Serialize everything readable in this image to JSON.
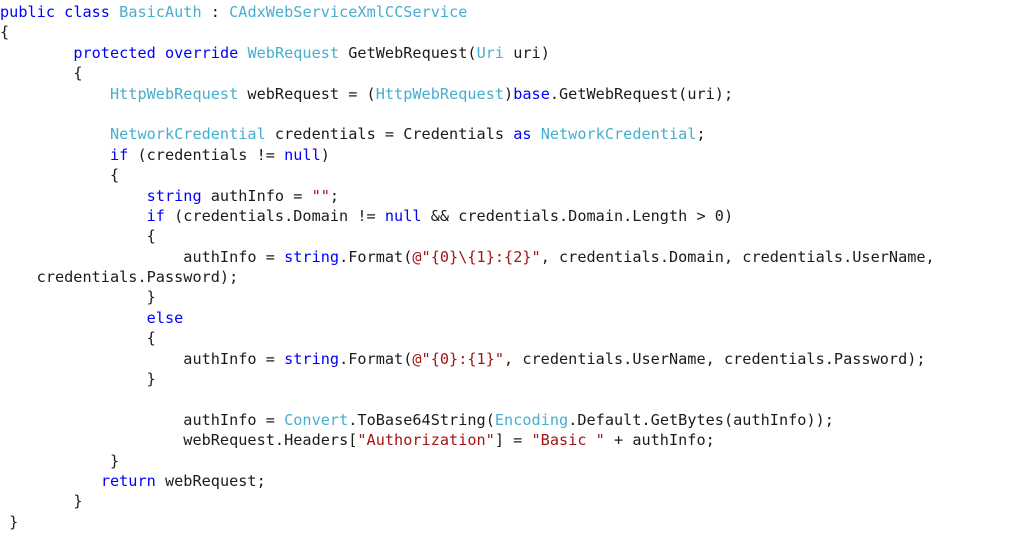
{
  "document": {
    "language": "C#",
    "background_color": "#ffffff",
    "title": "BasicAuth class implementation"
  },
  "theme": {
    "keyword_color": "#0000ff",
    "type_color": "#46aece",
    "string_color": "#a31515",
    "plain_color": "#1b1b1b",
    "background_color": "#ffffff"
  },
  "code": {
    "lines": [
      {
        "indent": "",
        "tokens": [
          {
            "t": "public",
            "c": "kw"
          },
          {
            "t": " ",
            "c": "pln"
          },
          {
            "t": "class",
            "c": "kw"
          },
          {
            "t": " ",
            "c": "pln"
          },
          {
            "t": "BasicAuth",
            "c": "typ"
          },
          {
            "t": " : ",
            "c": "pln"
          },
          {
            "t": "CAdxWebServiceXmlCCService",
            "c": "typ"
          }
        ]
      },
      {
        "indent": "",
        "tokens": [
          {
            "t": "{",
            "c": "pln"
          }
        ]
      },
      {
        "indent": "        ",
        "tokens": [
          {
            "t": "protected",
            "c": "kw"
          },
          {
            "t": " ",
            "c": "pln"
          },
          {
            "t": "override",
            "c": "kw"
          },
          {
            "t": " ",
            "c": "pln"
          },
          {
            "t": "WebRequest",
            "c": "typ"
          },
          {
            "t": " GetWebRequest(",
            "c": "pln"
          },
          {
            "t": "Uri",
            "c": "typ"
          },
          {
            "t": " uri)",
            "c": "pln"
          }
        ]
      },
      {
        "indent": "        ",
        "tokens": [
          {
            "t": "{",
            "c": "pln"
          }
        ]
      },
      {
        "indent": "            ",
        "tokens": [
          {
            "t": "HttpWebRequest",
            "c": "typ"
          },
          {
            "t": " webRequest = (",
            "c": "pln"
          },
          {
            "t": "HttpWebRequest",
            "c": "typ"
          },
          {
            "t": ")",
            "c": "pln"
          },
          {
            "t": "base",
            "c": "kw"
          },
          {
            "t": ".GetWebRequest(uri);",
            "c": "pln"
          }
        ]
      },
      {
        "indent": "",
        "tokens": []
      },
      {
        "indent": "            ",
        "tokens": [
          {
            "t": "NetworkCredential",
            "c": "typ"
          },
          {
            "t": " credentials = Credentials ",
            "c": "pln"
          },
          {
            "t": "as",
            "c": "kw"
          },
          {
            "t": " ",
            "c": "pln"
          },
          {
            "t": "NetworkCredential",
            "c": "typ"
          },
          {
            "t": ";",
            "c": "pln"
          }
        ]
      },
      {
        "indent": "            ",
        "tokens": [
          {
            "t": "if",
            "c": "kw"
          },
          {
            "t": " (credentials != ",
            "c": "pln"
          },
          {
            "t": "null",
            "c": "kw"
          },
          {
            "t": ")",
            "c": "pln"
          }
        ]
      },
      {
        "indent": "            ",
        "tokens": [
          {
            "t": "{",
            "c": "pln"
          }
        ]
      },
      {
        "indent": "                ",
        "tokens": [
          {
            "t": "string",
            "c": "kw"
          },
          {
            "t": " authInfo = ",
            "c": "pln"
          },
          {
            "t": "\"\"",
            "c": "str"
          },
          {
            "t": ";",
            "c": "pln"
          }
        ]
      },
      {
        "indent": "                ",
        "tokens": [
          {
            "t": "if",
            "c": "kw"
          },
          {
            "t": " (credentials.Domain != ",
            "c": "pln"
          },
          {
            "t": "null",
            "c": "kw"
          },
          {
            "t": " && credentials.Domain.Length > 0)",
            "c": "pln"
          }
        ]
      },
      {
        "indent": "                ",
        "tokens": [
          {
            "t": "{",
            "c": "pln"
          }
        ]
      },
      {
        "indent": "                    ",
        "tokens": [
          {
            "t": "authInfo = ",
            "c": "pln"
          },
          {
            "t": "string",
            "c": "kw"
          },
          {
            "t": ".Format(",
            "c": "pln"
          },
          {
            "t": "@\"{0}\\{1}:{2}\"",
            "c": "str"
          },
          {
            "t": ", credentials.Domain, credentials.UserName,",
            "c": "pln"
          }
        ]
      },
      {
        "indent": "    ",
        "tokens": [
          {
            "t": "credentials.Password);",
            "c": "pln"
          }
        ]
      },
      {
        "indent": "                ",
        "tokens": [
          {
            "t": "}",
            "c": "pln"
          }
        ]
      },
      {
        "indent": "                ",
        "tokens": [
          {
            "t": "else",
            "c": "kw"
          }
        ]
      },
      {
        "indent": "                ",
        "tokens": [
          {
            "t": "{",
            "c": "pln"
          }
        ]
      },
      {
        "indent": "                    ",
        "tokens": [
          {
            "t": "authInfo = ",
            "c": "pln"
          },
          {
            "t": "string",
            "c": "kw"
          },
          {
            "t": ".Format(",
            "c": "pln"
          },
          {
            "t": "@\"{0}:{1}\"",
            "c": "str"
          },
          {
            "t": ", credentials.UserName, credentials.Password);",
            "c": "pln"
          }
        ]
      },
      {
        "indent": "                ",
        "tokens": [
          {
            "t": "}",
            "c": "pln"
          }
        ]
      },
      {
        "indent": "",
        "tokens": []
      },
      {
        "indent": "                    ",
        "tokens": [
          {
            "t": "authInfo = ",
            "c": "pln"
          },
          {
            "t": "Convert",
            "c": "typ"
          },
          {
            "t": ".ToBase64String(",
            "c": "pln"
          },
          {
            "t": "Encoding",
            "c": "typ"
          },
          {
            "t": ".Default.GetBytes(authInfo));",
            "c": "pln"
          }
        ]
      },
      {
        "indent": "                    ",
        "tokens": [
          {
            "t": "webRequest.Headers[",
            "c": "pln"
          },
          {
            "t": "\"Authorization\"",
            "c": "str"
          },
          {
            "t": "] = ",
            "c": "pln"
          },
          {
            "t": "\"Basic \"",
            "c": "str"
          },
          {
            "t": " + authInfo;",
            "c": "pln"
          }
        ]
      },
      {
        "indent": "            ",
        "tokens": [
          {
            "t": "}",
            "c": "pln"
          }
        ]
      },
      {
        "indent": "           ",
        "tokens": [
          {
            "t": "return",
            "c": "kw"
          },
          {
            "t": " webRequest;",
            "c": "pln"
          }
        ]
      },
      {
        "indent": "        ",
        "tokens": [
          {
            "t": "}",
            "c": "pln"
          }
        ]
      },
      {
        "indent": " ",
        "tokens": [
          {
            "t": "}",
            "c": "pln"
          }
        ]
      }
    ],
    "plain_text": "public class BasicAuth : CAdxWebServiceXmlCCService\n{\n        protected override WebRequest GetWebRequest(Uri uri)\n        {\n            HttpWebRequest webRequest = (HttpWebRequest)base.GetWebRequest(uri);\n\n            NetworkCredential credentials = Credentials as NetworkCredential;\n            if (credentials != null)\n            {\n                string authInfo = \"\";\n                if (credentials.Domain != null && credentials.Domain.Length > 0)\n                {\n                    authInfo = string.Format(@\"{0}\\{1}:{2}\", credentials.Domain, credentials.UserName, credentials.Password);\n                }\n                else\n                {\n                    authInfo = string.Format(@\"{0}:{1}\", credentials.UserName, credentials.Password);\n                }\n\n                    authInfo = Convert.ToBase64String(Encoding.Default.GetBytes(authInfo));\n                    webRequest.Headers[\"Authorization\"] = \"Basic \" + authInfo;\n            }\n           return webRequest;\n        }\n }"
  }
}
